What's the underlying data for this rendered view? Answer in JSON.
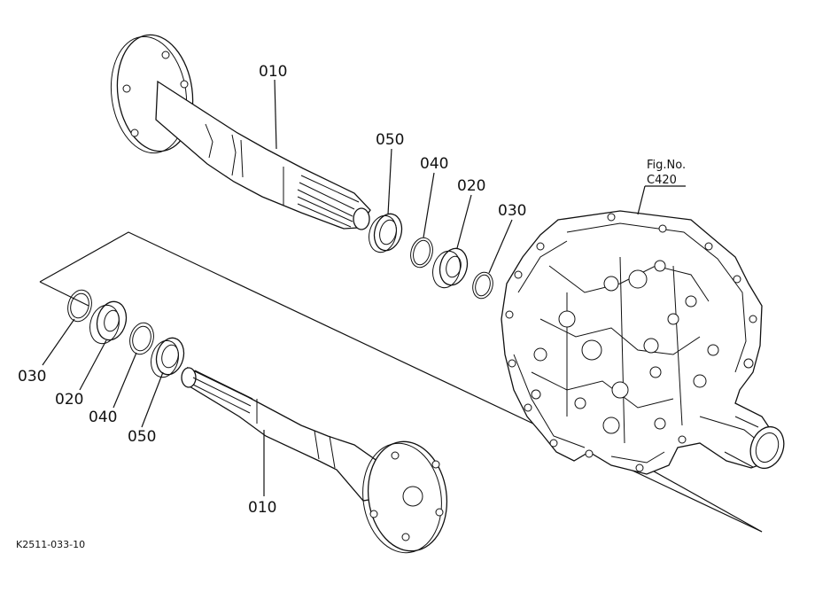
{
  "labels": {
    "shaft_top": "010",
    "seal_top": "050",
    "snap_top": "040",
    "bearing_top": "020",
    "circlip_top": "030",
    "circlip_bottom": "030",
    "bearing_bottom": "020",
    "snap_bottom": "040",
    "seal_bottom": "050",
    "shaft_bottom": "010"
  },
  "figure_ref": {
    "line1": "Fig.No.",
    "line2": "C420"
  },
  "drawing_code": "K2511-033-10"
}
